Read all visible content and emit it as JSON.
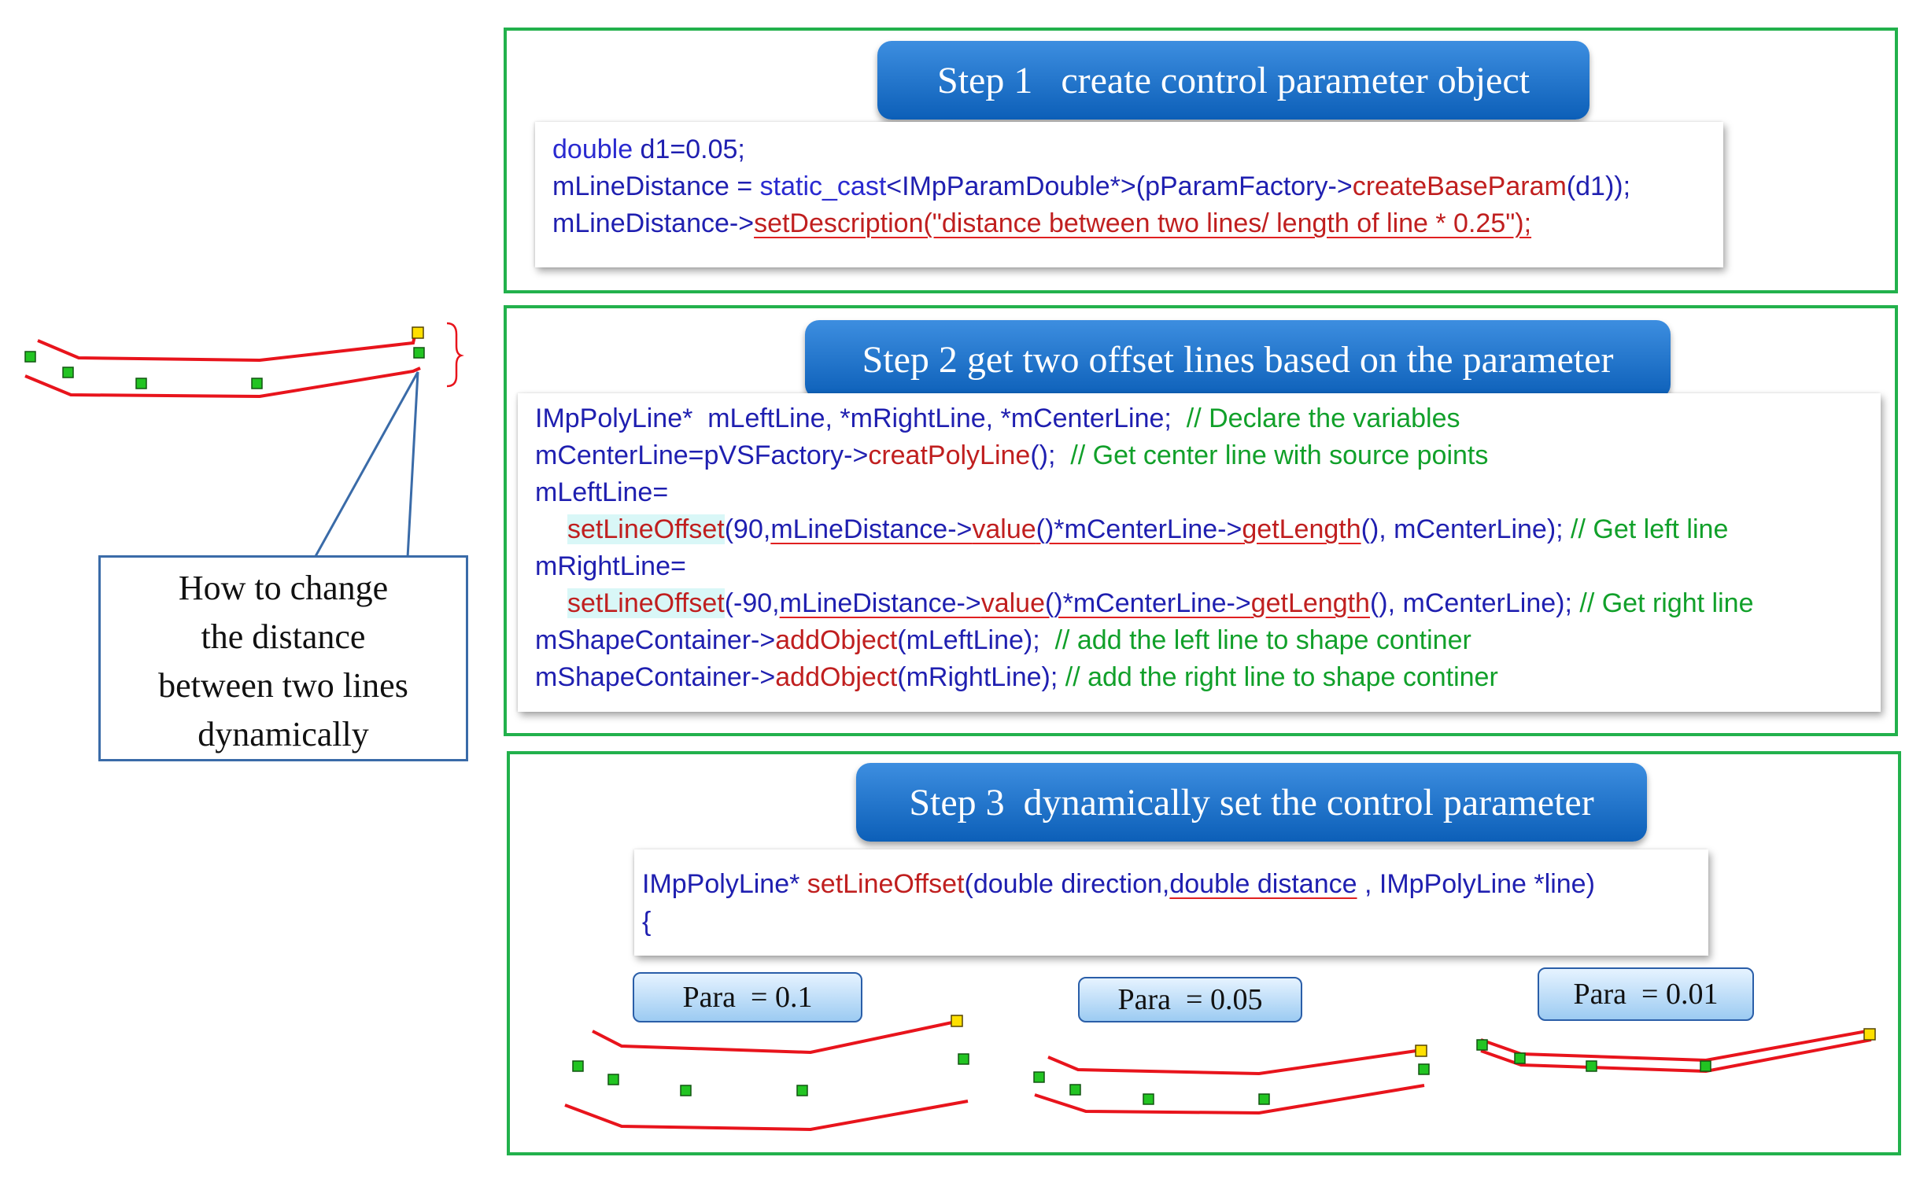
{
  "callout": {
    "lines": [
      "How to change",
      "the distance",
      "between two lines",
      "dynamically"
    ]
  },
  "step1": {
    "title": "Step 1   create control parameter object",
    "code": {
      "l1": [
        "double",
        " d1=0.05;"
      ],
      "l2": [
        "mLineDistance = ",
        "static_cast",
        "<IMpParamDouble*>(pParamFactory->",
        "createBaseParam",
        "(d1));"
      ],
      "l3": [
        "mLineDistance->",
        "setDescription",
        "(\"distance between two lines/ length of line * 0.25\");"
      ]
    }
  },
  "step2": {
    "title": "Step 2 get two offset lines based on the parameter",
    "code": {
      "l1": [
        "IMpPolyLine*  mLeftLine, *mRightLine, *mCenterLine;  ",
        "// Declare the variables"
      ],
      "l2": [
        "mCenterLine=pVSFactory->",
        "creatPolyLine",
        "();  ",
        "// Get center line with source points"
      ],
      "l3": "mLeftLine=",
      "l4": [
        "setLineOffset",
        "(90,",
        "mLineDistance->",
        "value",
        "()*mCenterLine->",
        "getLength",
        "(), mCenterLine); ",
        "// Get left line"
      ],
      "l5": "mRightLine=",
      "l6": [
        "setLineOffset",
        "(-90,",
        "mLineDistance->",
        "value",
        "()*mCenterLine->",
        "getLength",
        "(), mCenterLine); ",
        "// Get right line"
      ],
      "l7": [
        "mShapeContainer->",
        "addObject",
        "(mLeftLine);  ",
        "// add the left line to shape continer"
      ],
      "l8": [
        "mShapeContainer->",
        "addObject",
        "(mRightLine); ",
        "// add the right line to shape continer"
      ]
    }
  },
  "step3": {
    "title": "Step 3  dynamically set the control parameter",
    "code": {
      "l1": [
        "IMpPolyLine*",
        " setLineOffset",
        "(double direction,",
        "double distance",
        " , IMpPolyLine *line)"
      ],
      "l2": "{"
    },
    "params": [
      {
        "label": "Para  = 0.1"
      },
      {
        "label": "Para  = 0.05"
      },
      {
        "label": "Para  = 0.01"
      }
    ]
  },
  "colors": {
    "panel_border": "#22b14c",
    "banner": "#0c5fb8",
    "line": "#e8141c",
    "point": "#22c422",
    "end_point": "#ffe000"
  }
}
